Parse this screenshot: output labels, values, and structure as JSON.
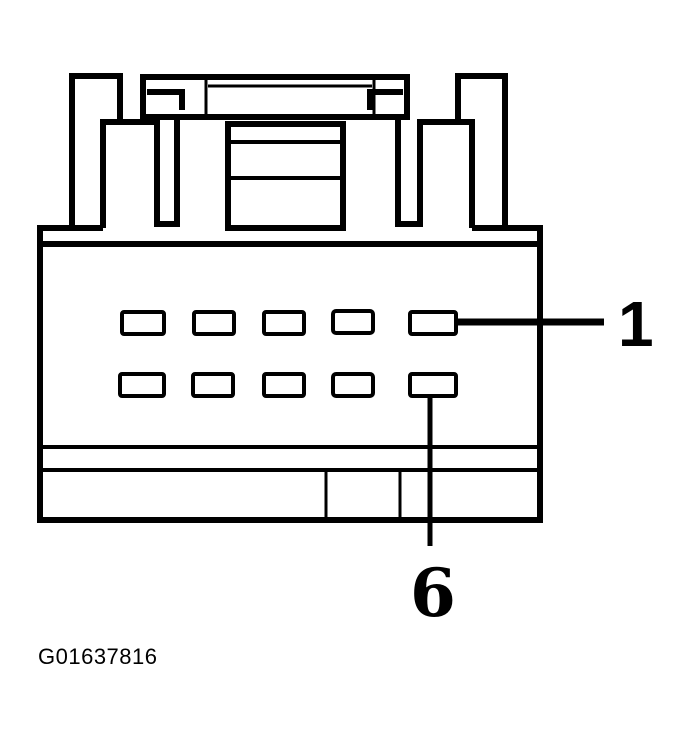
{
  "diagram": {
    "type": "connector-face-view",
    "description": "10-cavity electrical connector, terminal side view",
    "cavities": {
      "rows": 2,
      "columns": 5,
      "row_1_count": 5,
      "row_2_count": 5
    },
    "callouts": [
      {
        "id": "1",
        "label": "1",
        "points_to": "top row, rightmost cavity"
      },
      {
        "id": "6",
        "label": "6",
        "points_to": "bottom row, rightmost cavity"
      }
    ],
    "figure_id": "G01637816",
    "colors": {
      "line": "#000000",
      "background": "#ffffff"
    }
  }
}
